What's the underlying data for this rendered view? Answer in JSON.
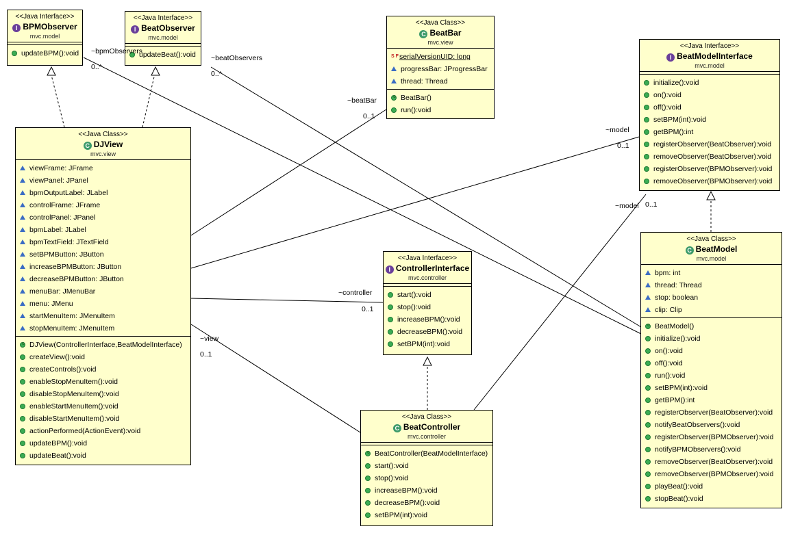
{
  "classes": {
    "bpm_observer": {
      "stereotype": "<<Java Interface>>",
      "name": "BPMObserver",
      "package": "mvc.model",
      "methods": [
        "updateBPM():void"
      ]
    },
    "beat_observer": {
      "stereotype": "<<Java Interface>>",
      "name": "BeatObserver",
      "package": "mvc.model",
      "methods": [
        "updateBeat():void"
      ]
    },
    "beat_bar": {
      "stereotype": "<<Java Class>>",
      "name": "BeatBar",
      "package": "mvc.view",
      "fields": [
        "serialVersionUID: long",
        "progressBar: JProgressBar",
        "thread: Thread"
      ],
      "methods": [
        "BeatBar()",
        "run():void"
      ]
    },
    "beat_model_interface": {
      "stereotype": "<<Java Interface>>",
      "name": "BeatModelInterface",
      "package": "mvc.model",
      "methods": [
        "initialize():void",
        "on():void",
        "off():void",
        "setBPM(int):void",
        "getBPM():int",
        "registerObserver(BeatObserver):void",
        "removeObserver(BeatObserver):void",
        "registerObserver(BPMObserver):void",
        "removeObserver(BPMObserver):void"
      ]
    },
    "dj_view": {
      "stereotype": "<<Java Class>>",
      "name": "DJView",
      "package": "mvc.view",
      "fields": [
        "viewFrame: JFrame",
        "viewPanel: JPanel",
        "bpmOutputLabel: JLabel",
        "controlFrame: JFrame",
        "controlPanel: JPanel",
        "bpmLabel: JLabel",
        "bpmTextField: JTextField",
        "setBPMButton: JButton",
        "increaseBPMButton: JButton",
        "decreaseBPMButton: JButton",
        "menuBar: JMenuBar",
        "menu: JMenu",
        "startMenuItem: JMenuItem",
        "stopMenuItem: JMenuItem"
      ],
      "methods": [
        "DJView(ControllerInterface,BeatModelInterface)",
        "createView():void",
        "createControls():void",
        "enableStopMenuItem():void",
        "disableStopMenuItem():void",
        "enableStartMenuItem():void",
        "disableStartMenuItem():void",
        "actionPerformed(ActionEvent):void",
        "updateBPM():void",
        "updateBeat():void"
      ]
    },
    "controller_interface": {
      "stereotype": "<<Java Interface>>",
      "name": "ControllerInterface",
      "package": "mvc.controller",
      "methods": [
        "start():void",
        "stop():void",
        "increaseBPM():void",
        "decreaseBPM():void",
        "setBPM(int):void"
      ]
    },
    "beat_model": {
      "stereotype": "<<Java Class>>",
      "name": "BeatModel",
      "package": "mvc.model",
      "fields": [
        "bpm: int",
        "thread: Thread",
        "stop: boolean",
        "clip: Clip"
      ],
      "methods": [
        "BeatModel()",
        "initialize():void",
        "on():void",
        "off():void",
        "run():void",
        "setBPM(int):void",
        "getBPM():int",
        "registerObserver(BeatObserver):void",
        "notifyBeatObservers():void",
        "registerObserver(BPMObserver):void",
        "notifyBPMObservers():void",
        "removeObserver(BeatObserver):void",
        "removeObserver(BPMObserver):void",
        "playBeat():void",
        "stopBeat():void"
      ]
    },
    "beat_controller": {
      "stereotype": "<<Java Class>>",
      "name": "BeatController",
      "package": "mvc.controller",
      "methods": [
        "BeatController(BeatModelInterface)",
        "start():void",
        "stop():void",
        "increaseBPM():void",
        "decreaseBPM():void",
        "setBPM(int):void"
      ]
    }
  },
  "associations": {
    "bpm_observers_role": "~bpmObservers",
    "bpm_observers_mult": "0..*",
    "beat_observers_role": "~beatObservers",
    "beat_observers_mult": "0..*",
    "beat_bar_role": "~beatBar",
    "beat_bar_mult": "0..1",
    "view_model_role": "~model",
    "view_model_mult": "0..1",
    "controller_model_role": "~model",
    "controller_model_mult": "0..1",
    "controller_role": "~controller",
    "controller_mult": "0..1",
    "view_role": "~view",
    "view_mult": "0..1"
  }
}
